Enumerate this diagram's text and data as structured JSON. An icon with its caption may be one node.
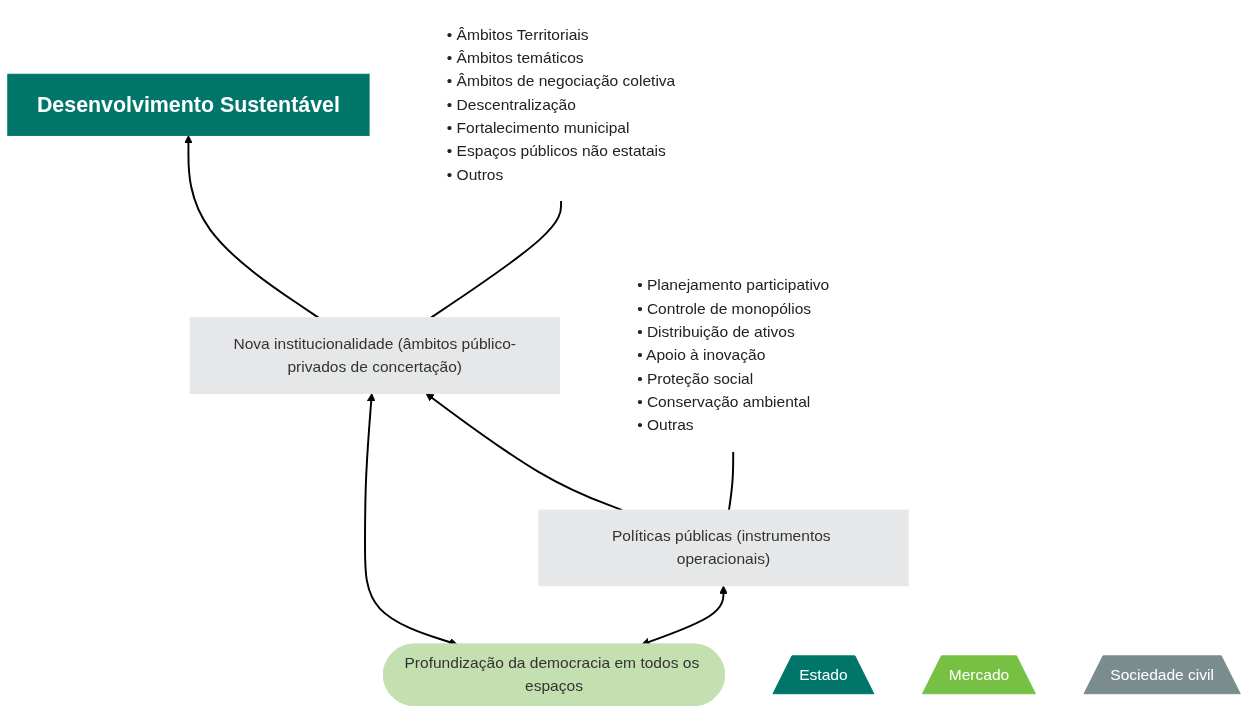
{
  "diagram": {
    "nodes": [
      {
        "text": [
          "Desenvolvimento Sustentável"
        ]
      },
      {
        "text": [
          "Nova institucionalidade (âmbitos público-privados de concertação)"
        ]
      },
      {
        "text": [
          "Profundização da democracia em todos os espaços"
        ]
      },
      {
        "text": [
          "Políticas públicas (instrumentos operacionais)"
        ]
      },
      {
        "text": [
          "• Âmbitos Territoriais",
          "• Âmbitos temáticos",
          "• Âmbitos de negociação coletiva",
          "• Descentralização",
          "• Fortalecimento municipal",
          "• Espaços públicos não estatais",
          "• Outros"
        ]
      },
      {
        "text": [
          "• Planejamento participativo",
          "• Controle de monopólios",
          "• Distribuição de ativos",
          "• Apoio à inovação",
          "• Proteção social",
          "• Conservação ambiental",
          "• Outras"
        ]
      },
      {
        "text": [
          "Estado"
        ]
      },
      {
        "text": [
          "Mercado"
        ]
      },
      {
        "text": [
          "Sociedade civil"
        ]
      }
    ],
    "edges": [
      {
        "from": 1,
        "to": 0,
        "arrow": "to"
      },
      {
        "from": 3,
        "to": 1,
        "arrow": "to"
      },
      {
        "from": 2,
        "to": 1,
        "arrow": "both"
      },
      {
        "from": 2,
        "to": 3,
        "arrow": "both"
      },
      {
        "from": 1,
        "to": 4,
        "arrow": "none"
      },
      {
        "from": 3,
        "to": 5,
        "arrow": "none"
      }
    ]
  }
}
